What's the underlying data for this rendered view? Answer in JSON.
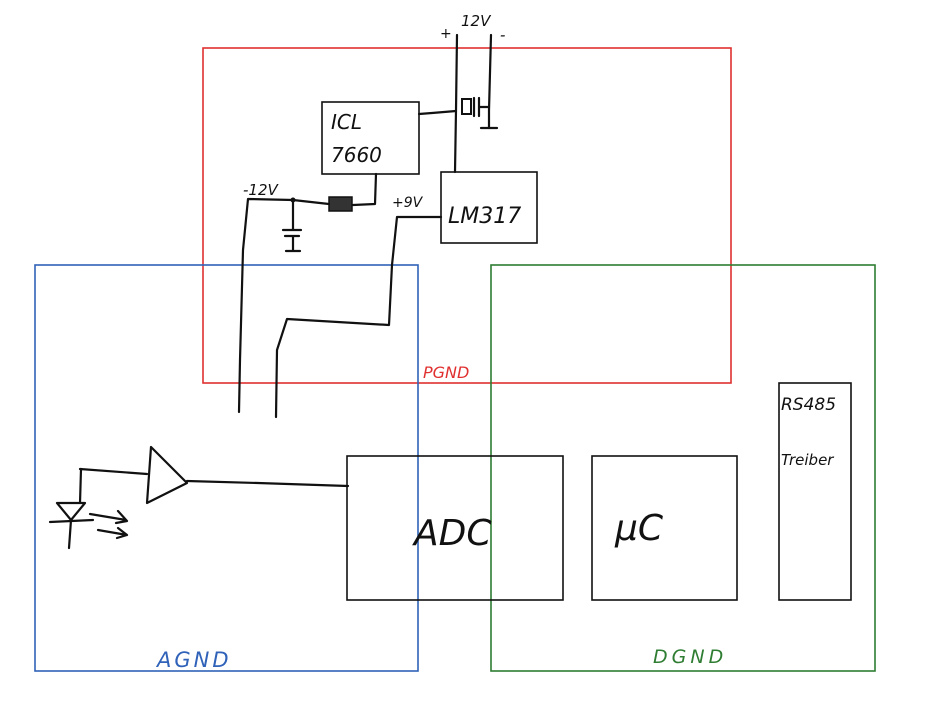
{
  "colors": {
    "pgnd": "#e03030",
    "agnd": "#2f62b8",
    "dgnd": "#2e7d32",
    "ink": "#111111"
  },
  "regions": {
    "pgnd_label": "PGND",
    "agnd_label": "AGND",
    "dgnd_label": "DGND"
  },
  "components": {
    "icl_line1": "ICL",
    "icl_line2": "7660",
    "lm317": "LM317",
    "adc": "ADC",
    "uc": "μC",
    "rs485_line1": "RS485",
    "rs485_line2": "Treiber"
  },
  "labels": {
    "plus_sign": "+",
    "supply_12v": "12V",
    "minus_sign": "-",
    "neg_12v": "-12V",
    "plus_9v": "+9V"
  }
}
